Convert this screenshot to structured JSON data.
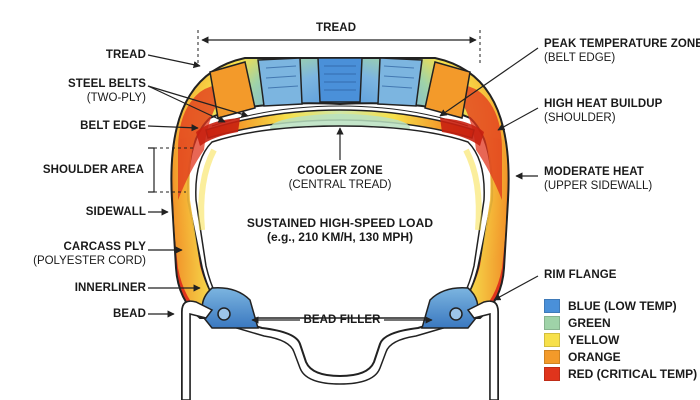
{
  "labels": {
    "tread_top": "TREAD",
    "tread_left": "TREAD",
    "steel_belts": {
      "line1": "STEEL BELTS",
      "line2": "(TWO-PLY)"
    },
    "belt_edge": "BELT EDGE",
    "shoulder_area": "SHOULDER AREA",
    "sidewall": "SIDEWALL",
    "carcass_ply": {
      "line1": "CARCASS PLY",
      "line2": "(POLYESTER CORD)"
    },
    "innerliner": "INNERLINER",
    "bead": "BEAD",
    "peak_temp": {
      "line1": "PEAK TEMPERATURE ZONE",
      "line2": "(BELT EDGE)"
    },
    "high_heat": {
      "line1": "HIGH HEAT BUILDUP",
      "line2": "(SHOULDER)"
    },
    "moderate_heat": {
      "line1": "MODERATE HEAT",
      "line2": "(UPPER SIDEWALL)"
    },
    "rim_flange": "RIM FLANGE",
    "cooler_zone": {
      "line1": "COOLER ZONE",
      "line2": "(CENTRAL TREAD)"
    },
    "load": {
      "line1": "SUSTAINED HIGH-SPEED LOAD",
      "line2": "(e.g., 210 KM/H, 130 MPH)"
    },
    "bead_filler": "BEAD FILLER"
  },
  "legend": [
    {
      "label": "BLUE (LOW TEMP)",
      "color": "#4a90d9"
    },
    {
      "label": "GREEN",
      "color": "#9fd3a8"
    },
    {
      "label": "YELLOW",
      "color": "#f7e04a"
    },
    {
      "label": "ORANGE",
      "color": "#f39a2a"
    },
    {
      "label": "RED (CRITICAL TEMP)",
      "color": "#e0341c"
    }
  ],
  "colors": {
    "red": "#e0341c",
    "orange": "#f39a2a",
    "yellow": "#f7e04a",
    "green": "#9fd3a8",
    "blue": "#4a90d9",
    "outline": "#222222"
  }
}
